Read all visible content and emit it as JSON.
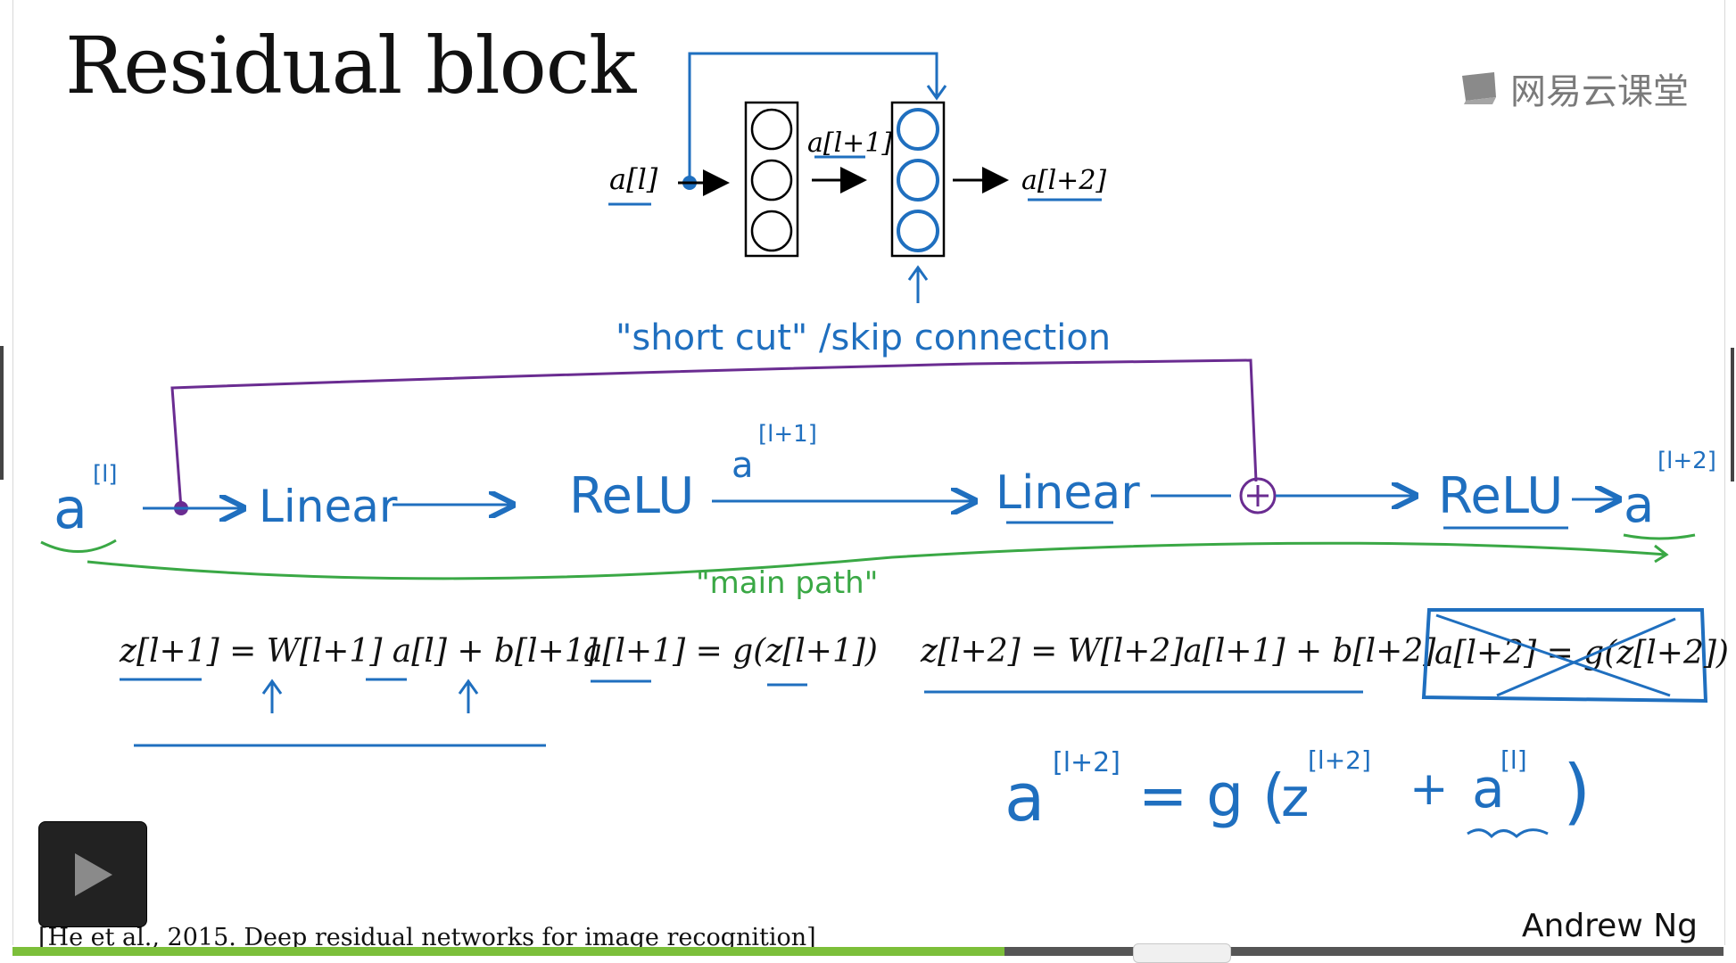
{
  "slide": {
    "title": "Residual block",
    "logo_text": "网易云课堂",
    "author": "Andrew Ng",
    "citation": "[He et al., 2015. Deep residual networks for image recognition]"
  },
  "diagram": {
    "input_label": "a[l]",
    "middle_label": "a[l+1]",
    "output_label": "a[l+2]",
    "skip_caption": "\"short cut\" /skip connection"
  },
  "main_path": {
    "input": "a",
    "input_sup": "[l]",
    "step1": "Linear",
    "step2": "ReLU",
    "mid_act": "a",
    "mid_sup": "[l+1]",
    "step3": "Linear",
    "step4": "ReLU",
    "output": "a",
    "output_sup": "[l+2]",
    "caption": "\"main path\""
  },
  "equations": {
    "eq1": "z[l+1] = W[l+1] a[l] + b[l+1]",
    "eq2": "a[l+1] = g(z[l+1])",
    "eq3": "z[l+2] = W[l+2]a[l+1] + b[l+2]",
    "eq4": "a[l+2] = g(z[l+2])",
    "eq5_lhs": "a",
    "eq5_lhs_sup": "[l+2]",
    "eq5_rhs_open": "= g (",
    "eq5_z": "z",
    "eq5_z_sup": "[l+2]",
    "eq5_plus": "+",
    "eq5_a": "a",
    "eq5_a_sup": "[l]",
    "eq5_close": ")"
  },
  "player": {
    "progress_fraction": 0.58
  },
  "colors": {
    "blue_ink": "#1f6fbf",
    "purple_ink": "#6a2c91",
    "green_ink": "#3aa845",
    "progress_green": "#7cbf3a"
  },
  "icons": {
    "play": "play-icon",
    "logo": "logo-icon"
  }
}
